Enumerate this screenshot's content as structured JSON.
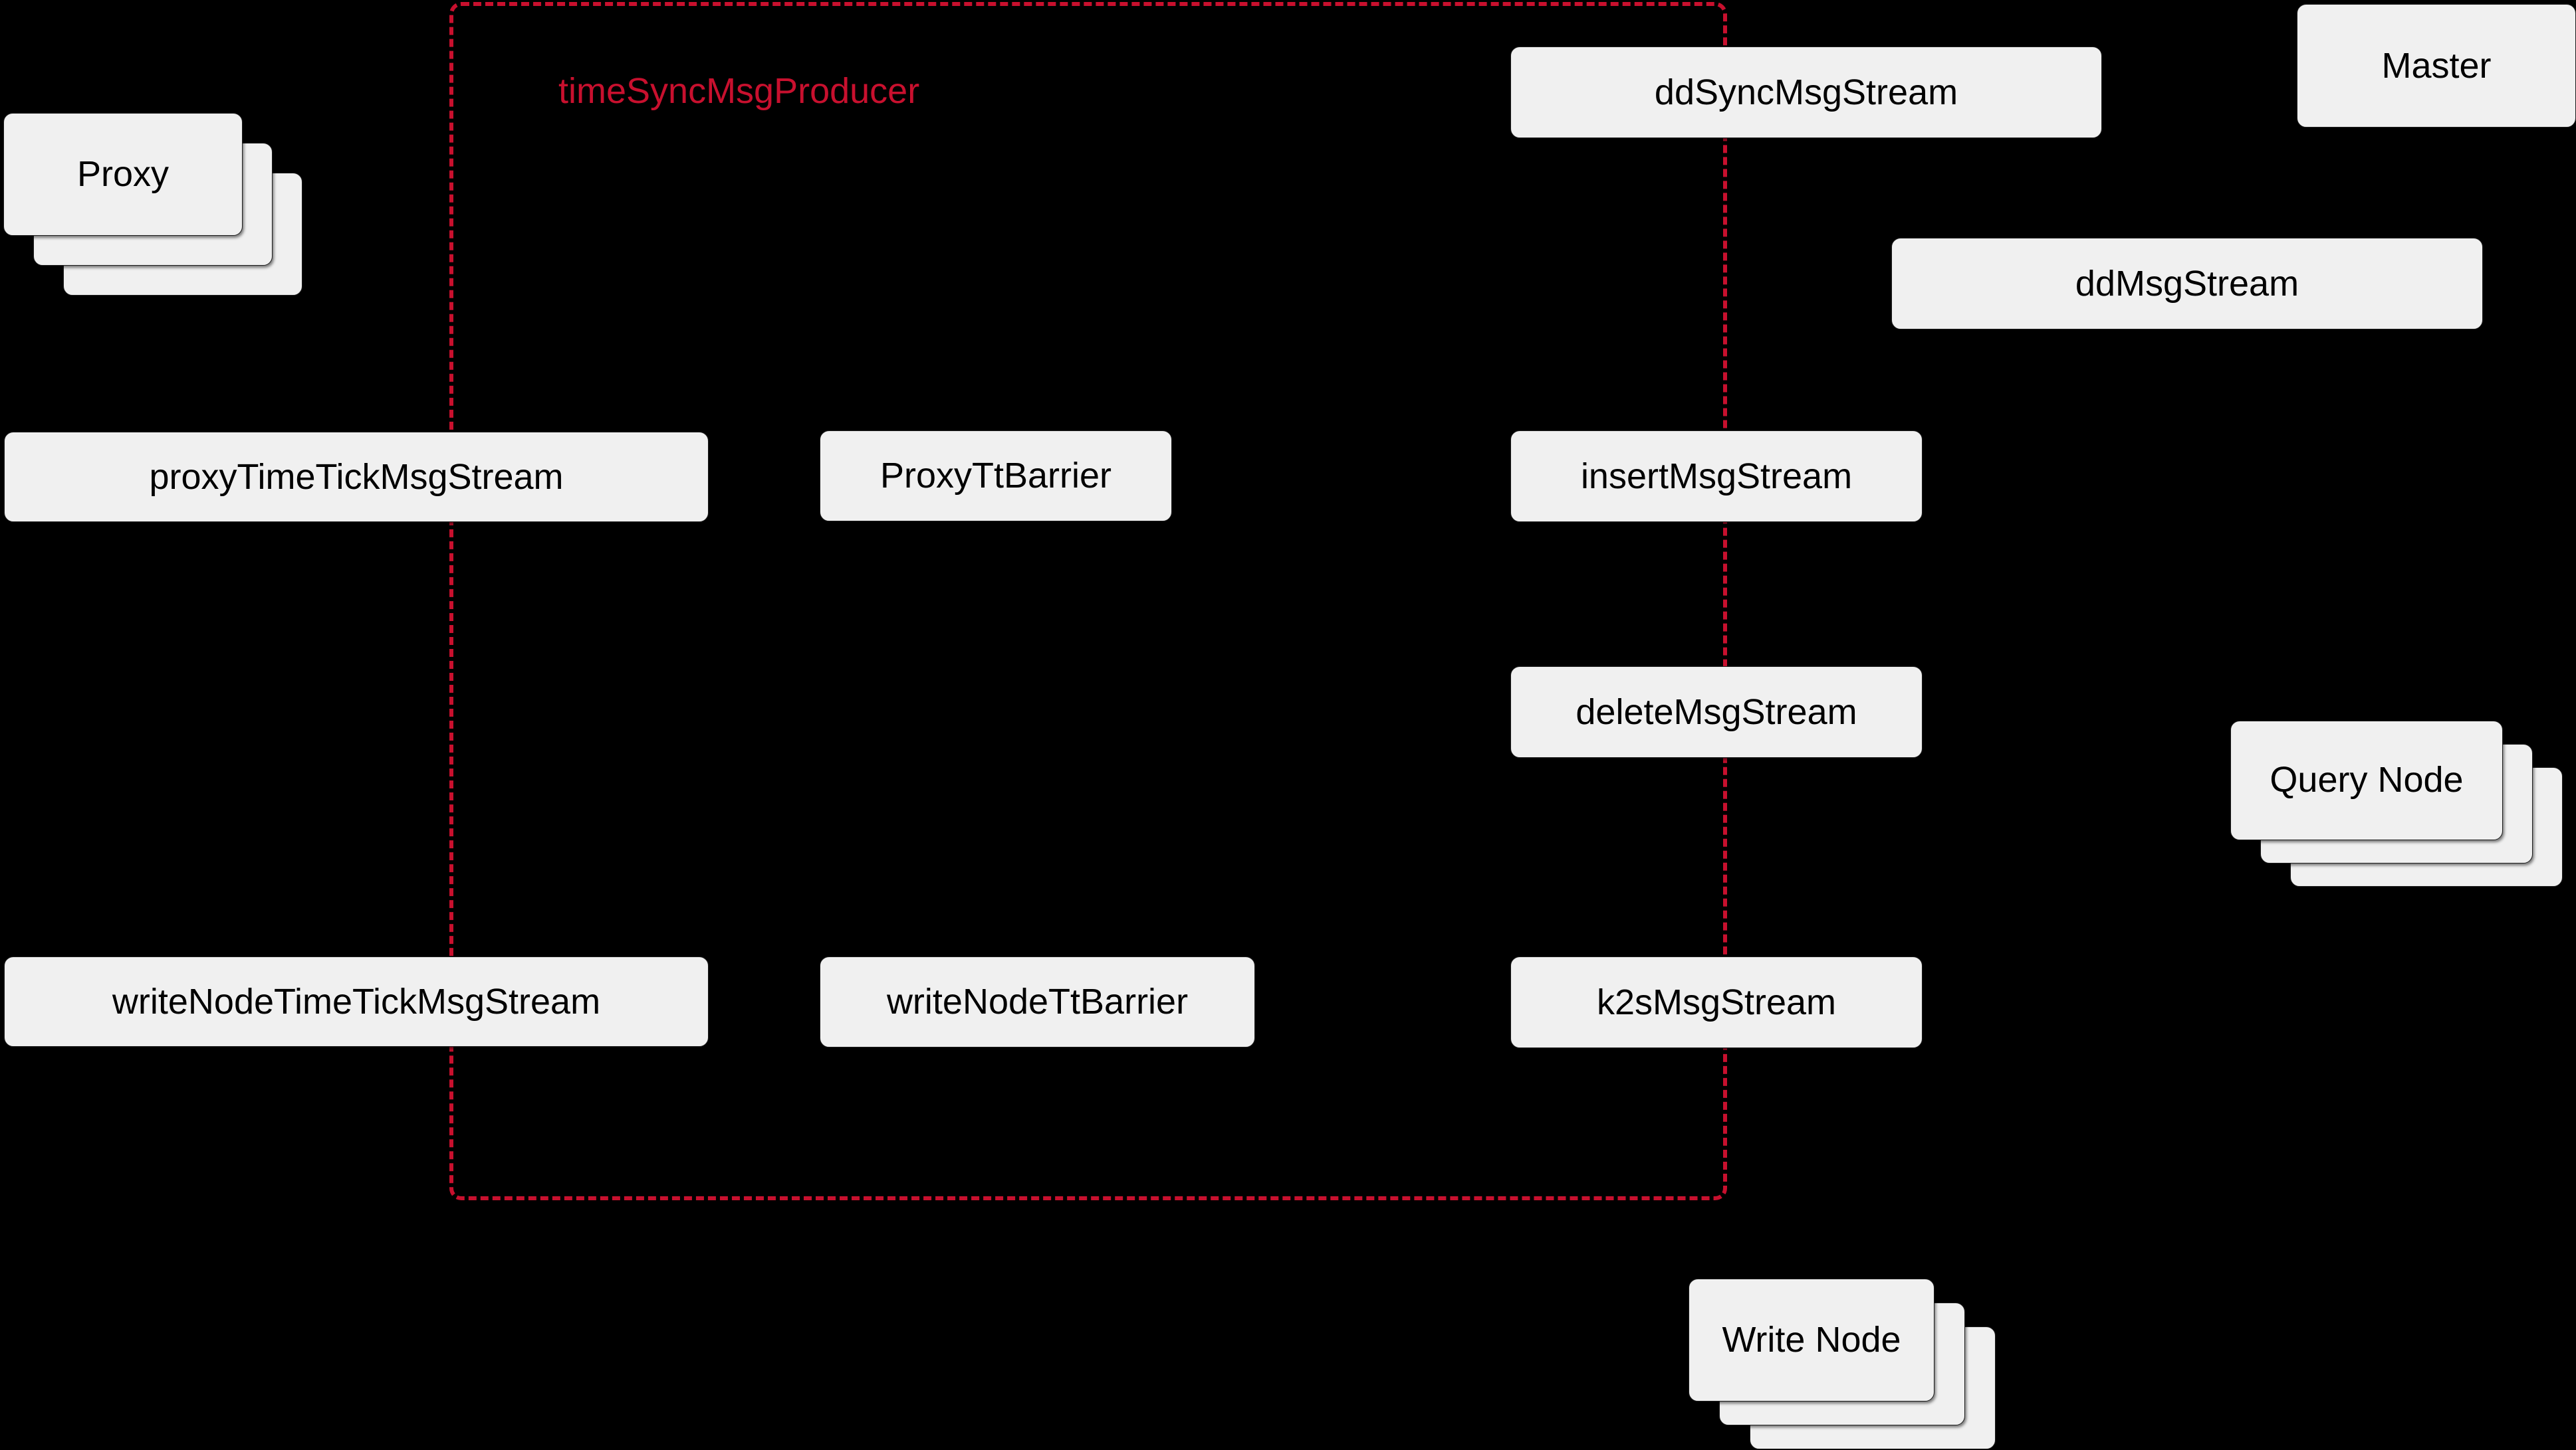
{
  "diagram": {
    "background_color": "#000000",
    "node_fill_color": "#f0f0f0",
    "node_text_color": "#000000",
    "accent_color": "#c8102e"
  },
  "region": {
    "label": "timeSyncMsgProducer",
    "border_style": "dashed",
    "border_color": "#c8102e"
  },
  "nodes": {
    "proxy_time_tick_msg_stream": "proxyTimeTickMsgStream",
    "write_node_time_tick_msg_stream": "writeNodeTimeTickMsgStream",
    "proxy_tt_barrier": "ProxyTtBarrier",
    "write_node_tt_barrier": "writeNodeTtBarrier",
    "dd_sync_msg_stream": "ddSyncMsgStream",
    "dd_msg_stream": "ddMsgStream",
    "insert_msg_stream": "insertMsgStream",
    "delete_msg_stream": "deleteMsgStream",
    "k2s_msg_stream": "k2sMsgStream",
    "master": "Master"
  },
  "stacks": {
    "proxy": {
      "label": "Proxy",
      "count": 3
    },
    "query_node": {
      "label": "Query Node",
      "count": 3
    },
    "write_node": {
      "label": "Write Node",
      "count": 3
    }
  }
}
